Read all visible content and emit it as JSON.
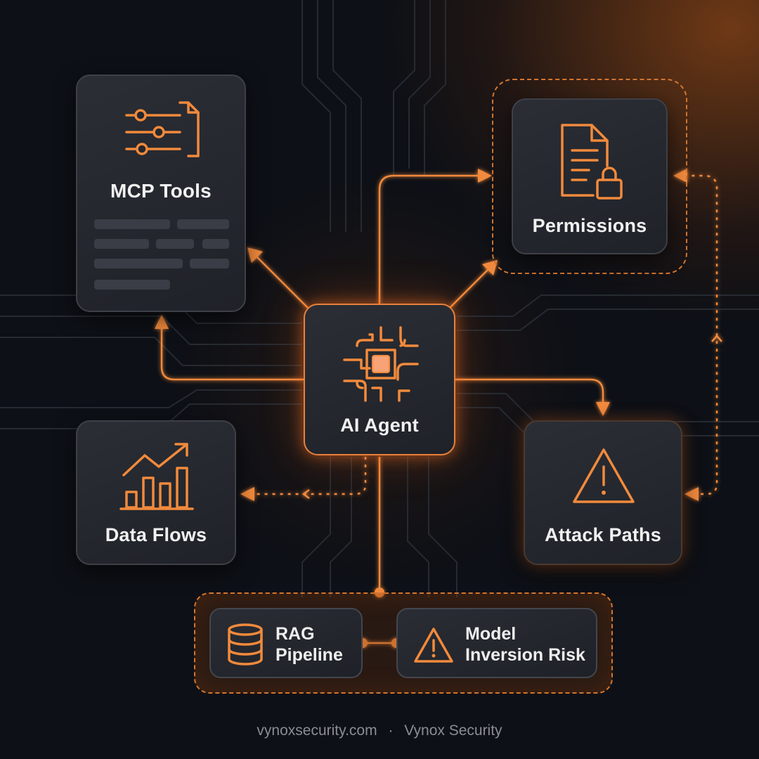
{
  "nodes": {
    "mcp_tools": "MCP Tools",
    "permissions": "Permissions",
    "ai_agent": "AI Agent",
    "data_flows": "Data Flows",
    "attack_paths": "Attack Paths"
  },
  "bottom_group": {
    "rag_line1": "RAG",
    "rag_line2": "Pipeline",
    "model_line1": "Model",
    "model_line2": "Inversion Risk"
  },
  "footer": {
    "site": "vynoxsecurity.com",
    "separator": "·",
    "brand": "Vynox Security"
  },
  "icons": {
    "mcp_tools": "sliders-document-icon",
    "permissions": "document-lock-icon",
    "ai_agent": "chip-icon",
    "data_flows": "bar-chart-trend-icon",
    "attack_paths": "warning-triangle-icon",
    "rag": "database-icon",
    "model_inversion": "warning-triangle-icon"
  },
  "colors": {
    "accent": "#f28a3c",
    "background": "#0d1016",
    "card": "#24272d",
    "text": "#f1f1f1"
  }
}
